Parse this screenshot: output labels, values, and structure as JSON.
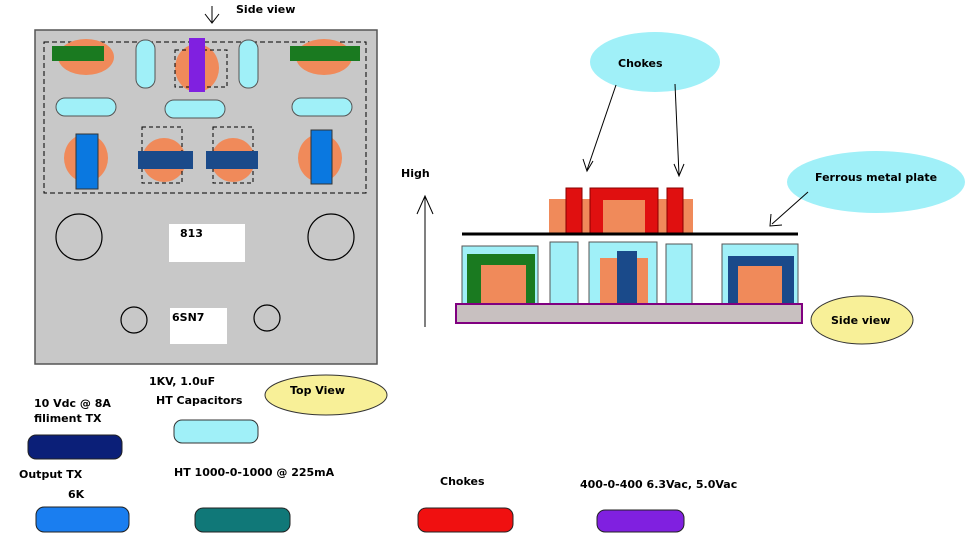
{
  "labels": {
    "side_view_top": "Side view",
    "tube_813": "813",
    "tube_6sn7": "6SN7",
    "chokes_bubble": "Chokes",
    "ferrous_bubble": "Ferrous metal plate",
    "side_view_bubble": "Side view",
    "top_view_bubble": "Top View",
    "high": "High"
  },
  "legend": {
    "filament_tx_line1": "10 Vdc @ 8A",
    "filament_tx_line2": "filiment TX",
    "ht_caps_line1": "1KV, 1.0uF",
    "ht_caps_line2": "HT Capacitors",
    "output_tx_line1": "Output TX",
    "output_tx_line2": "6K",
    "ht_tx": "HT 1000-0-1000 @ 225mA",
    "chokes": "Chokes",
    "mains_tx": "400-0-400  6.3Vac, 5.0Vac"
  },
  "colors": {
    "chassis": "#c8c8c8",
    "tube": "#f08a5a",
    "capacitor": "#a0f0f8",
    "filament_tx": "#000080",
    "output_tx": "#0a78e0",
    "ht_tx": "#107878",
    "choke": "#f01010",
    "mains_tx": "#8020e0",
    "green_bar": "#1a7a20",
    "bubble_yellow": "#f8f098",
    "bubble_cyan": "#a0f0f8",
    "base_plate": "#c8c0c0"
  }
}
